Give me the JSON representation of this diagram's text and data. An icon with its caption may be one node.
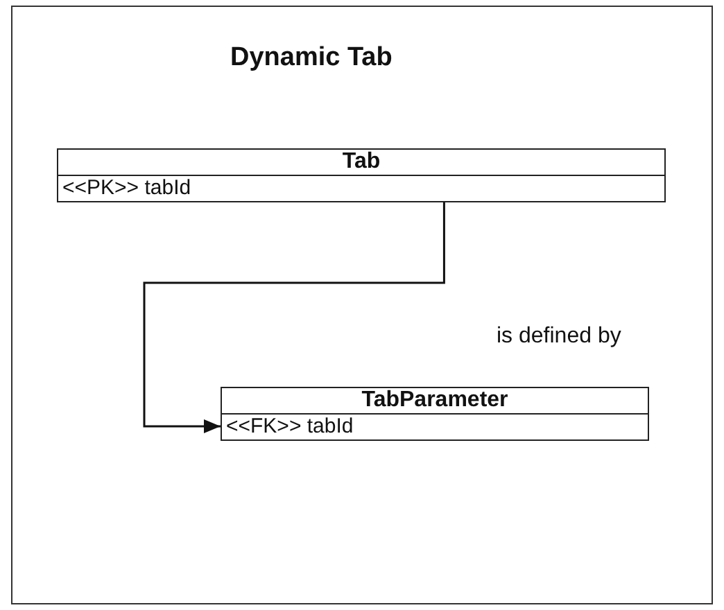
{
  "diagram": {
    "nodes": [
      {
        "text": [
          "Dynamic Tab"
        ]
      },
      {
        "text": [
          "Tab",
          "<<PK>> tabId"
        ],
        "in": 0
      },
      {
        "text": [
          "TabParameter",
          "<<FK>> tabId"
        ],
        "in": 0
      }
    ],
    "edges": [
      {
        "from": 1,
        "to": 2,
        "arrow": "to",
        "label": "is defined by"
      }
    ]
  }
}
